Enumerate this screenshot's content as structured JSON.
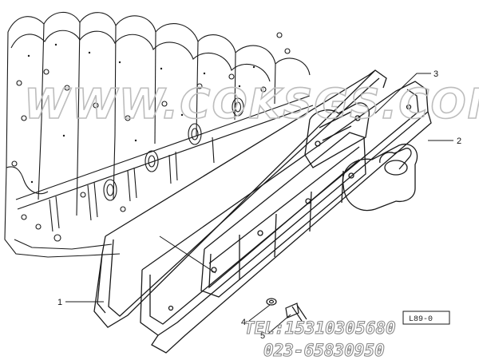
{
  "callouts": {
    "c1": "1",
    "c2": "2",
    "c3": "3",
    "c4": "4",
    "c5": "5"
  },
  "watermark": {
    "site": "WWW.COKSGS.COM",
    "phone": "TEL:15310305680",
    "phone2": "023-65830950"
  },
  "ref_code": "L89-0",
  "colors": {
    "line": "#1a1a1a",
    "watermark": "#bdbdbd"
  }
}
